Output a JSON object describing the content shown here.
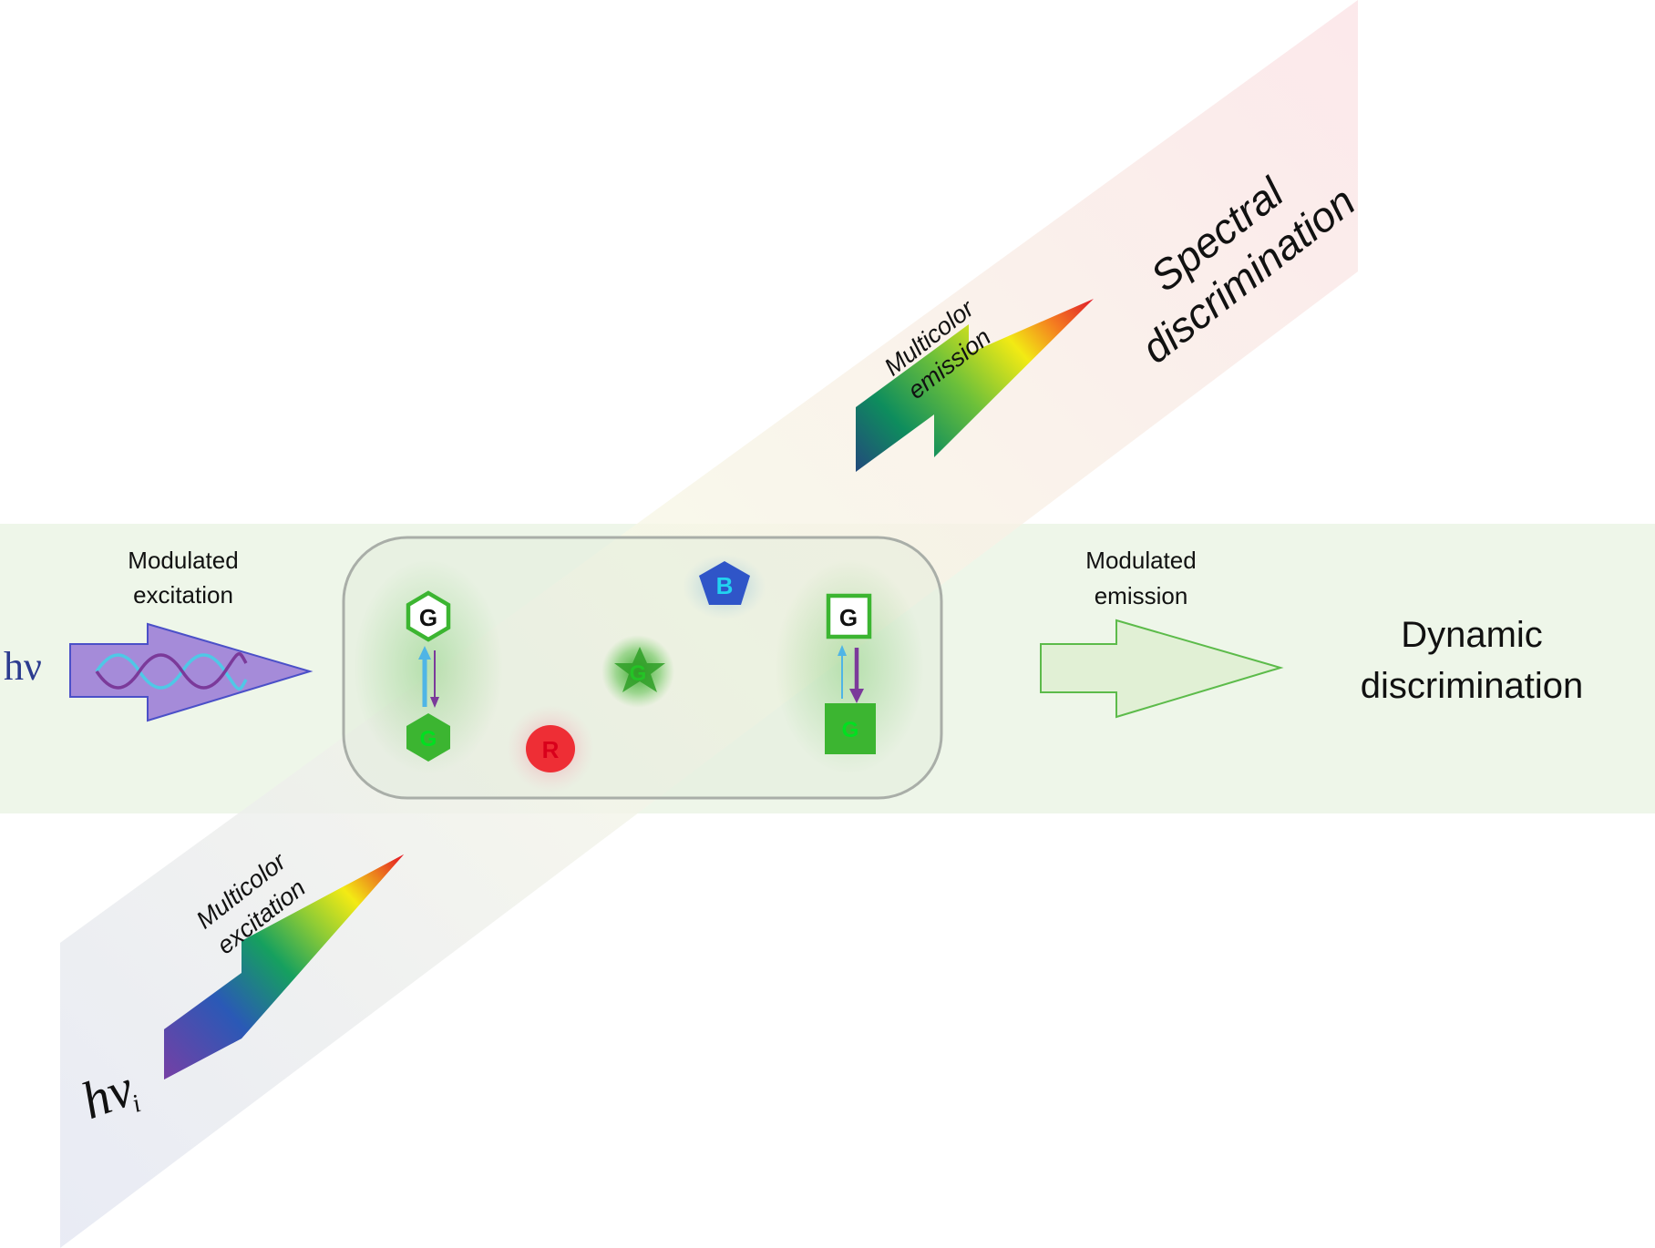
{
  "labels": {
    "hv_left": "hν",
    "hv_bottom_main": "hν",
    "hv_bottom_sub": "i",
    "modulated_excitation_1": "Modulated",
    "modulated_excitation_2": "excitation",
    "modulated_emission_1": "Modulated",
    "modulated_emission_2": "emission",
    "dynamic_1": "Dynamic",
    "dynamic_2": "discrimination",
    "spectral_1": "Spectral",
    "spectral_2": "discrimination",
    "mc_emission_1": "Multicolor",
    "mc_emission_2": "emission",
    "mc_excitation_1": "Multicolor",
    "mc_excitation_2": "excitation"
  },
  "probes": {
    "hexagon_top": "G",
    "hexagon_bottom": "G",
    "square_top": "G",
    "square_bottom": "G",
    "red": "R",
    "blue": "B",
    "star": "G"
  },
  "colors": {
    "green_band": "#eef6e9",
    "violet_arrow": "#a58bd9",
    "green_symbol": "#3cb531",
    "green_text": "#00e020",
    "red_probe": "#ee2e35",
    "blue_probe": "#2f55c8",
    "cyan_text": "#22d3f0",
    "purple": "#7b3a9a",
    "light_blue": "#4fb5e6"
  }
}
